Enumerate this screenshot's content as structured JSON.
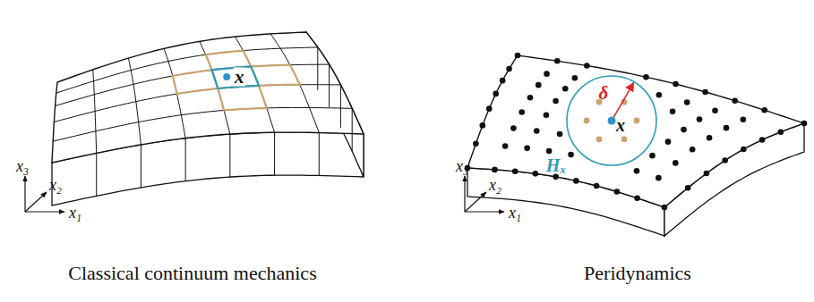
{
  "diagram": {
    "labels": [
      "x",
      "x₃",
      "x₂",
      "x₁",
      "Classical continuum mechanics",
      "δ",
      "x",
      "Hₓ",
      "x₃",
      "x₂",
      "x₁",
      "Peridynamics"
    ]
  }
}
